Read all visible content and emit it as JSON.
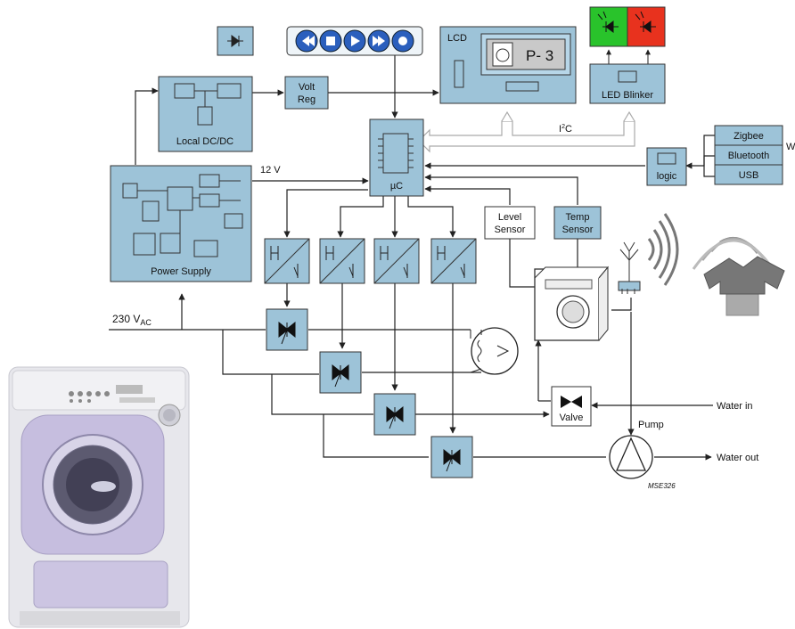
{
  "blocks": {
    "local_dcdc": "Local DC/DC",
    "volt_reg_1": "Volt",
    "volt_reg_2": "Reg",
    "lcd": "LCD",
    "lcd_display": "P- 3",
    "led_blinker": "LED Blinker",
    "power_supply": "Power Supply",
    "uc": "µC",
    "logic": "logic",
    "level_sensor_1": "Level",
    "level_sensor_2": "Sensor",
    "temp_sensor_1": "Temp",
    "temp_sensor_2": "Sensor",
    "valve": "Valve"
  },
  "wireless": {
    "zigbee": "Zigbee",
    "bluetooth": "Bluetooth",
    "usb": "USB",
    "cut_label": "W"
  },
  "labels": {
    "voltage_12v": "12 V",
    "mains_main": "230 V",
    "mains_sub": "AC",
    "i2c_main": "I",
    "i2c_sup": "2",
    "i2c_tail": "C",
    "pump": "Pump",
    "water_in": "Water in",
    "water_out": "Water out",
    "figure_code": "MSE326"
  },
  "colors": {
    "block_fill": "#9dc3d8",
    "block_stroke": "#333333",
    "led_green": "#29c32b",
    "led_red": "#e8321e",
    "line": "#222222",
    "bus": "#bbbbbb"
  }
}
